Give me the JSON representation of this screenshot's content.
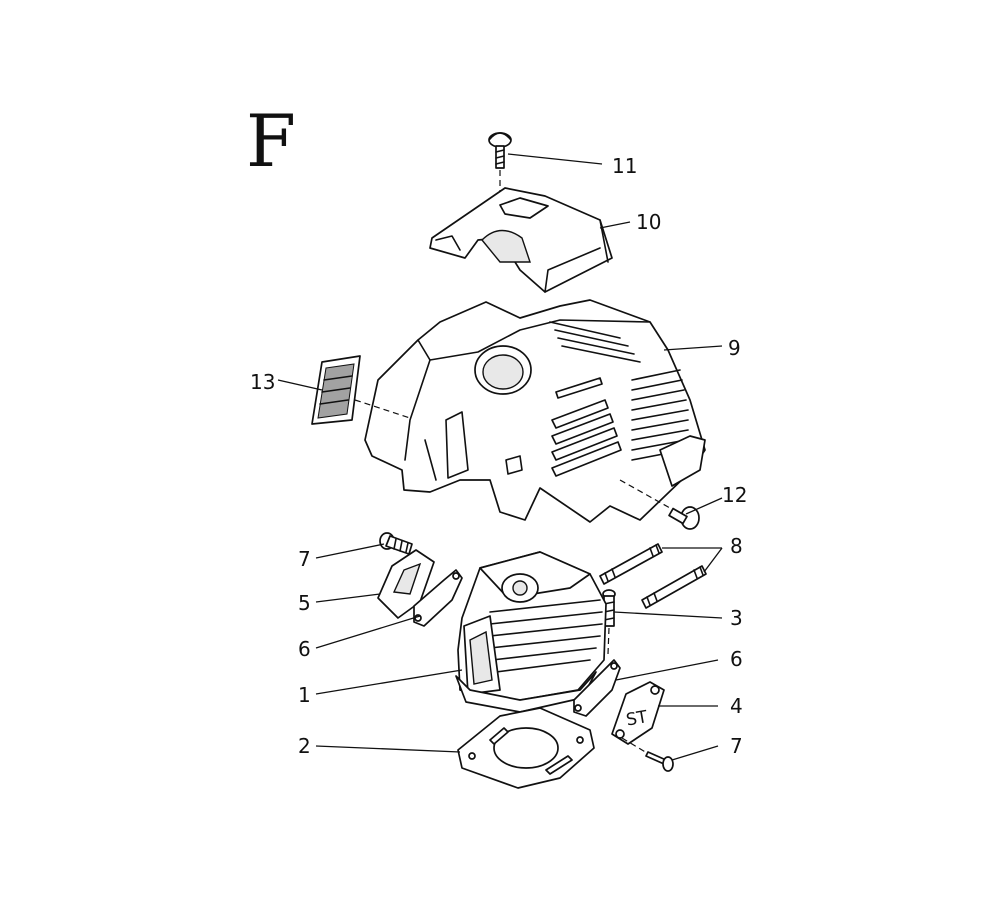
{
  "section_letter": "F",
  "cover_badge_text": "ST",
  "callouts": {
    "c1": "1",
    "c2": "2",
    "c3": "3",
    "c4": "4",
    "c5": "5",
    "c6a": "6",
    "c6b": "6",
    "c7a": "7",
    "c7b": "7",
    "c8": "8",
    "c9": "9",
    "c10": "10",
    "c11": "11",
    "c12": "12",
    "c13": "13"
  }
}
